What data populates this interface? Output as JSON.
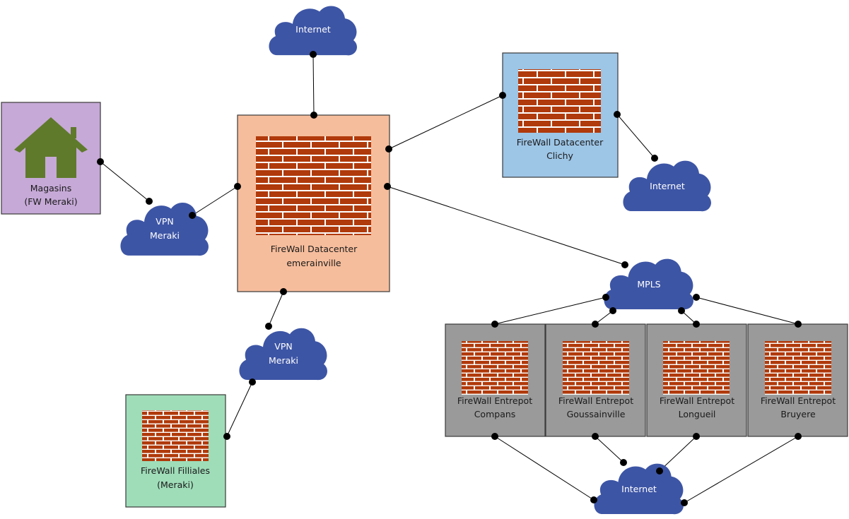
{
  "colors": {
    "cloud": "#3d55a5",
    "firewall_brick": "#b03a0b",
    "firewall_mortar": "#ffffff",
    "store_box": "#c6a9d7",
    "house_icon": "#5f7a2b",
    "datacenter_box": "#f6bd9c",
    "clichy_box": "#9dc5e6",
    "filiales_box": "#9fddb9",
    "entrepot_box": "#9a9a9a"
  },
  "nodes": {
    "magasins": {
      "line1": "Magasins",
      "line2": "(FW Meraki)",
      "icon": "house-icon"
    },
    "vpn_top": {
      "line1": "VPN",
      "line2": "Meraki",
      "icon": "cloud-icon"
    },
    "internet_top": {
      "label": "Internet",
      "icon": "cloud-icon"
    },
    "datacenter": {
      "line1": "FireWall Datacenter",
      "line2": "emerainville",
      "icon": "firewall-icon"
    },
    "clichy": {
      "line1": "FireWall Datacenter",
      "line2": "Clichy",
      "icon": "firewall-icon"
    },
    "internet_clichy": {
      "label": "Internet",
      "icon": "cloud-icon"
    },
    "mpls": {
      "label": "MPLS",
      "icon": "cloud-icon"
    },
    "vpn_bottom": {
      "line1": "VPN",
      "line2": "Meraki",
      "icon": "cloud-icon"
    },
    "filiales": {
      "line1": "FireWall Filliales",
      "line2": "(Meraki)",
      "icon": "firewall-icon"
    },
    "entrepots": [
      {
        "line1": "FireWall Entrepot",
        "line2": "Compans",
        "icon": "firewall-icon"
      },
      {
        "line1": "FireWall Entrepot",
        "line2": "Goussainville",
        "icon": "firewall-icon"
      },
      {
        "line1": "FireWall Entrepot",
        "line2": "Longueil",
        "icon": "firewall-icon"
      },
      {
        "line1": "FireWall Entrepot",
        "line2": "Bruyere",
        "icon": "firewall-icon"
      }
    ],
    "internet_bottom": {
      "label": "Internet",
      "icon": "cloud-icon"
    }
  },
  "connections": [
    [
      "magasins",
      "vpn_top"
    ],
    [
      "vpn_top",
      "datacenter"
    ],
    [
      "internet_top",
      "datacenter"
    ],
    [
      "datacenter",
      "clichy"
    ],
    [
      "clichy",
      "internet_clichy"
    ],
    [
      "datacenter",
      "mpls"
    ],
    [
      "datacenter",
      "vpn_bottom"
    ],
    [
      "vpn_bottom",
      "filiales"
    ],
    [
      "mpls",
      "entrepot_compans"
    ],
    [
      "mpls",
      "entrepot_goussainville"
    ],
    [
      "mpls",
      "entrepot_longueil"
    ],
    [
      "mpls",
      "entrepot_bruyere"
    ],
    [
      "entrepot_compans",
      "internet_bottom"
    ],
    [
      "entrepot_goussainville",
      "internet_bottom"
    ],
    [
      "entrepot_longueil",
      "internet_bottom"
    ],
    [
      "entrepot_bruyere",
      "internet_bottom"
    ]
  ]
}
